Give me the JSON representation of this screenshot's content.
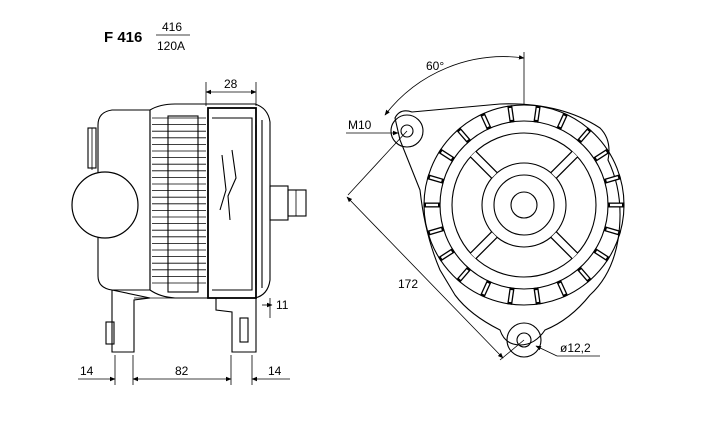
{
  "title": {
    "code": "F 416",
    "fraction_top": "416",
    "fraction_bottom": "120A"
  },
  "dimensions": {
    "top_width": "28",
    "angle": "60°",
    "mount_thread": "M10",
    "diagonal": "172",
    "hole_diameter": "ø12,2",
    "lower_offset": "11",
    "left_foot": "14",
    "span": "82",
    "right_foot": "14"
  }
}
